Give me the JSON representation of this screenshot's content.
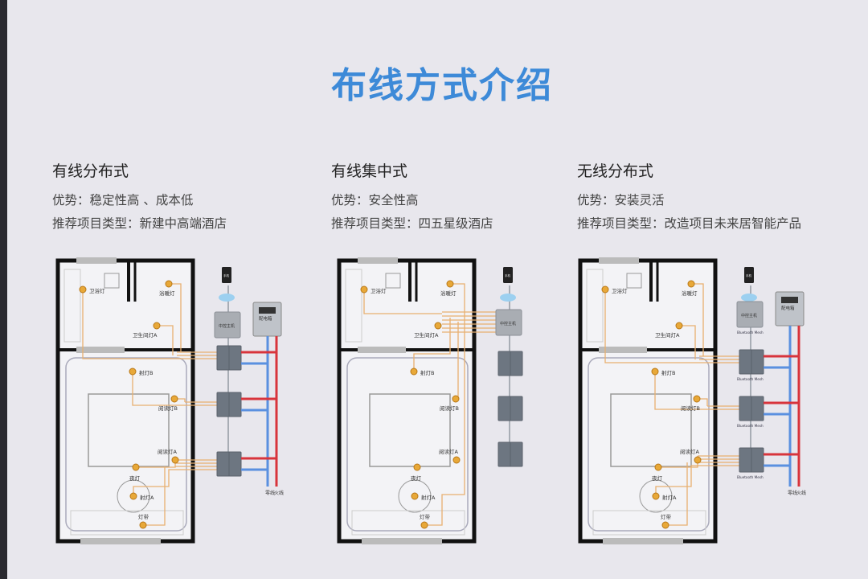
{
  "title": "布线方式介绍",
  "columns": [
    {
      "heading": "有线分布式",
      "advantage": "优势：稳定性高 、成本低",
      "project": "推荐项目类型：新建中高端酒店",
      "variant": "wired-distributed"
    },
    {
      "heading": "有线集中式",
      "advantage": "优势：安全性高",
      "project": "推荐项目类型：四五星级酒店",
      "variant": "wired-centralized"
    },
    {
      "heading": "无线分布式",
      "advantage": "优势：安装灵活",
      "project": "推荐项目类型：改造项目未来居智能产品",
      "variant": "wireless-distributed"
    }
  ],
  "diagram_labels": {
    "lights": [
      "卫浴灯",
      "浴暖灯",
      "卫生间灯A",
      "射灯B",
      "阅读灯B",
      "阅读灯A",
      "夜灯",
      "射灯A",
      "灯带"
    ],
    "hub": "中控主机",
    "distribution_box": "配电箱",
    "neutral_wire": "零线",
    "live_wire": "火线",
    "mesh": "Bluetooth Mesh",
    "phone": "手机"
  },
  "colors": {
    "title": "#3d8ad8",
    "light": "#e8a838",
    "wire": "#e8b070",
    "live": "#d8343c",
    "neutral": "#5a90e0",
    "switch": "#6d7681"
  }
}
